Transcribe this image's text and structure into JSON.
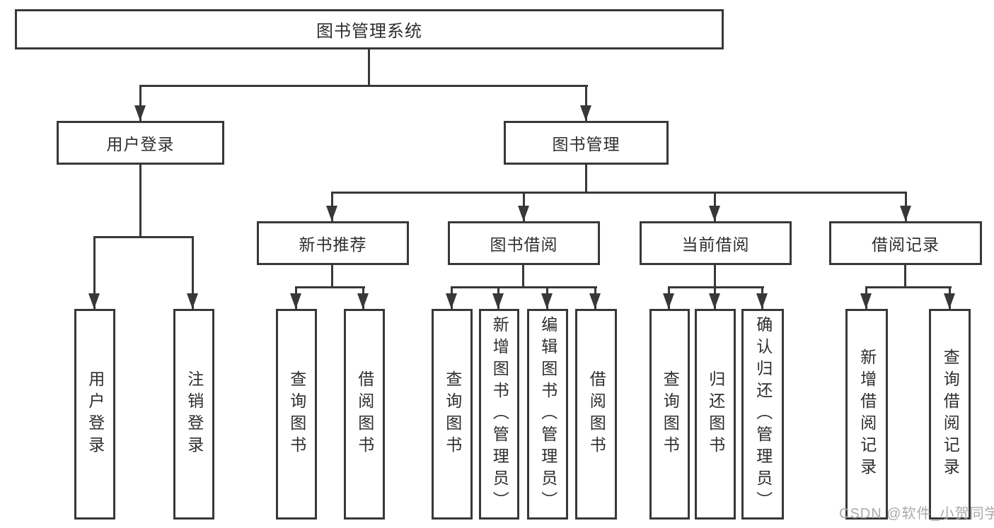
{
  "tree": {
    "root": "图书管理系统",
    "user_login": {
      "label": "用户登录",
      "children": [
        "用户登录",
        "注销登录"
      ]
    },
    "book_management": {
      "label": "图书管理",
      "sections": [
        {
          "label": "新书推荐",
          "children": [
            "查询图书",
            "借阅图书"
          ]
        },
        {
          "label": "图书借阅",
          "children": [
            "查询图书",
            "新增图书（管理员）",
            "编辑图书（管理员）",
            "借阅图书"
          ]
        },
        {
          "label": "当前借阅",
          "children": [
            "查询图书",
            "归还图书",
            "确认归还（管理员）"
          ]
        },
        {
          "label": "借阅记录",
          "children": [
            "新增借阅记录",
            "查询借阅记录"
          ]
        }
      ]
    }
  },
  "watermark": "CSDN @软件_小贺同学",
  "colors": {
    "line": "#383838",
    "text": "#2e2e2e",
    "background": "#ffffff",
    "watermark": "#aaaaaa"
  }
}
